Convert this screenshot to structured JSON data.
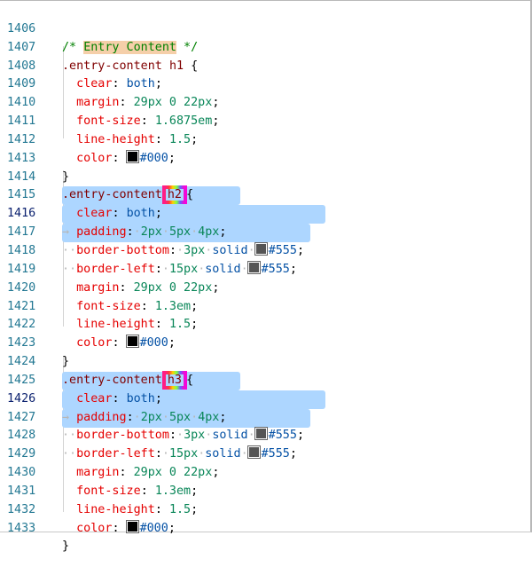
{
  "editor": {
    "active_lines": [
      1416,
      1426
    ],
    "lines": [
      {
        "n": 1406,
        "text": "/* Entry Content */"
      },
      {
        "n": 1407,
        "text": ".entry-content h1 {"
      },
      {
        "n": 1408,
        "text": "clear: both;"
      },
      {
        "n": 1409,
        "text": "margin: 29px 0 22px;"
      },
      {
        "n": 1410,
        "text": "font-size: 1.6875em;"
      },
      {
        "n": 1411,
        "text": "line-height: 1.5;"
      },
      {
        "n": 1412,
        "text": "color: #000;"
      },
      {
        "n": 1413,
        "text": "}"
      },
      {
        "n": 1414,
        "text": ".entry-content h2 {"
      },
      {
        "n": 1415,
        "text": "clear: both;"
      },
      {
        "n": 1416,
        "text": "padding: 2px 5px 4px;"
      },
      {
        "n": 1417,
        "text": "border-bottom: 3px solid #555;"
      },
      {
        "n": 1418,
        "text": "border-left: 15px solid #555;"
      },
      {
        "n": 1419,
        "text": "margin: 29px 0 22px;"
      },
      {
        "n": 1420,
        "text": "font-size: 1.3em;"
      },
      {
        "n": 1421,
        "text": "line-height: 1.5;"
      },
      {
        "n": 1422,
        "text": "color: #000;"
      },
      {
        "n": 1423,
        "text": "}"
      },
      {
        "n": 1424,
        "text": ".entry-content h3 {"
      },
      {
        "n": 1425,
        "text": "clear: both;"
      },
      {
        "n": 1426,
        "text": "padding: 2px 5px 4px;"
      },
      {
        "n": 1427,
        "text": "border-bottom: 3px solid #555;"
      },
      {
        "n": 1428,
        "text": "border-left: 15px solid #555;"
      },
      {
        "n": 1429,
        "text": "margin: 29px 0 22px;"
      },
      {
        "n": 1430,
        "text": "font-size: 1.3em;"
      },
      {
        "n": 1431,
        "text": "line-height: 1.5;"
      },
      {
        "n": 1432,
        "text": "color: #000;"
      },
      {
        "n": 1433,
        "text": "}"
      }
    ],
    "tokens": {
      "comment_open": "/* ",
      "comment_word": "Entry Content",
      "comment_close": " */",
      "selector_base": ".entry-content",
      "h1": "h1",
      "h2": "h2",
      "h3": "h3",
      "brace_open": "{",
      "brace_close": "}",
      "p_clear": "clear",
      "p_margin": "margin",
      "p_font_size": "font-size",
      "p_line_height": "line-height",
      "p_color": "color",
      "p_padding": "padding",
      "p_border_bottom": "border-bottom",
      "p_border_left": "border-left",
      "v_both": "both",
      "v_margin": "29px 0 22px",
      "v_fs_h1": "1.6875em",
      "v_fs": "1.3em",
      "v_lh": "1.5",
      "v_black": "#000",
      "v_pad_1": "2px",
      "v_pad_2": "5px",
      "v_pad_3": "4px",
      "v_3px": "3px",
      "v_15px": "15px",
      "v_solid": "solid",
      "v_gray": "#555"
    },
    "colors": {
      "selection": "#add6ff",
      "black_swatch": "#000000",
      "gray_swatch": "#555555",
      "comment_highlight": "#f5cfa9"
    }
  }
}
